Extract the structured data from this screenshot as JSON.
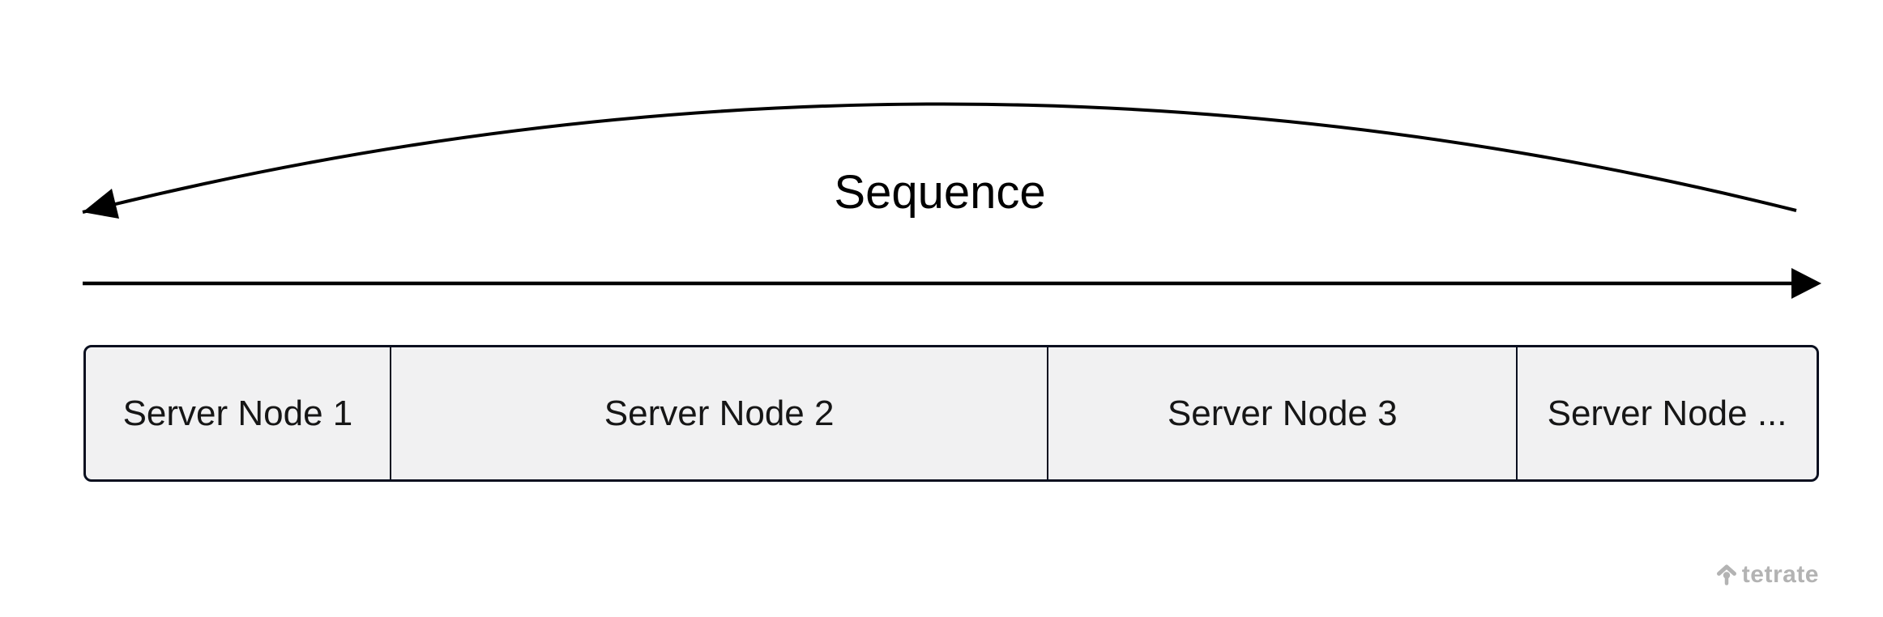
{
  "diagram": {
    "sequence_label": "Sequence",
    "nodes": [
      "Server Node 1",
      "Server Node 2",
      "Server Node 3",
      "Server Node ..."
    ],
    "colors": {
      "background": "#ffffff",
      "arrow_stroke": "#000000",
      "node_fill": "#f1f1f2",
      "node_border": "#0a0f1f",
      "node_text": "#161616",
      "watermark_gray": "#b3b3b3"
    }
  },
  "watermark": {
    "brand": "tetrate",
    "icon": "tetrate-arrow-up-icon"
  }
}
